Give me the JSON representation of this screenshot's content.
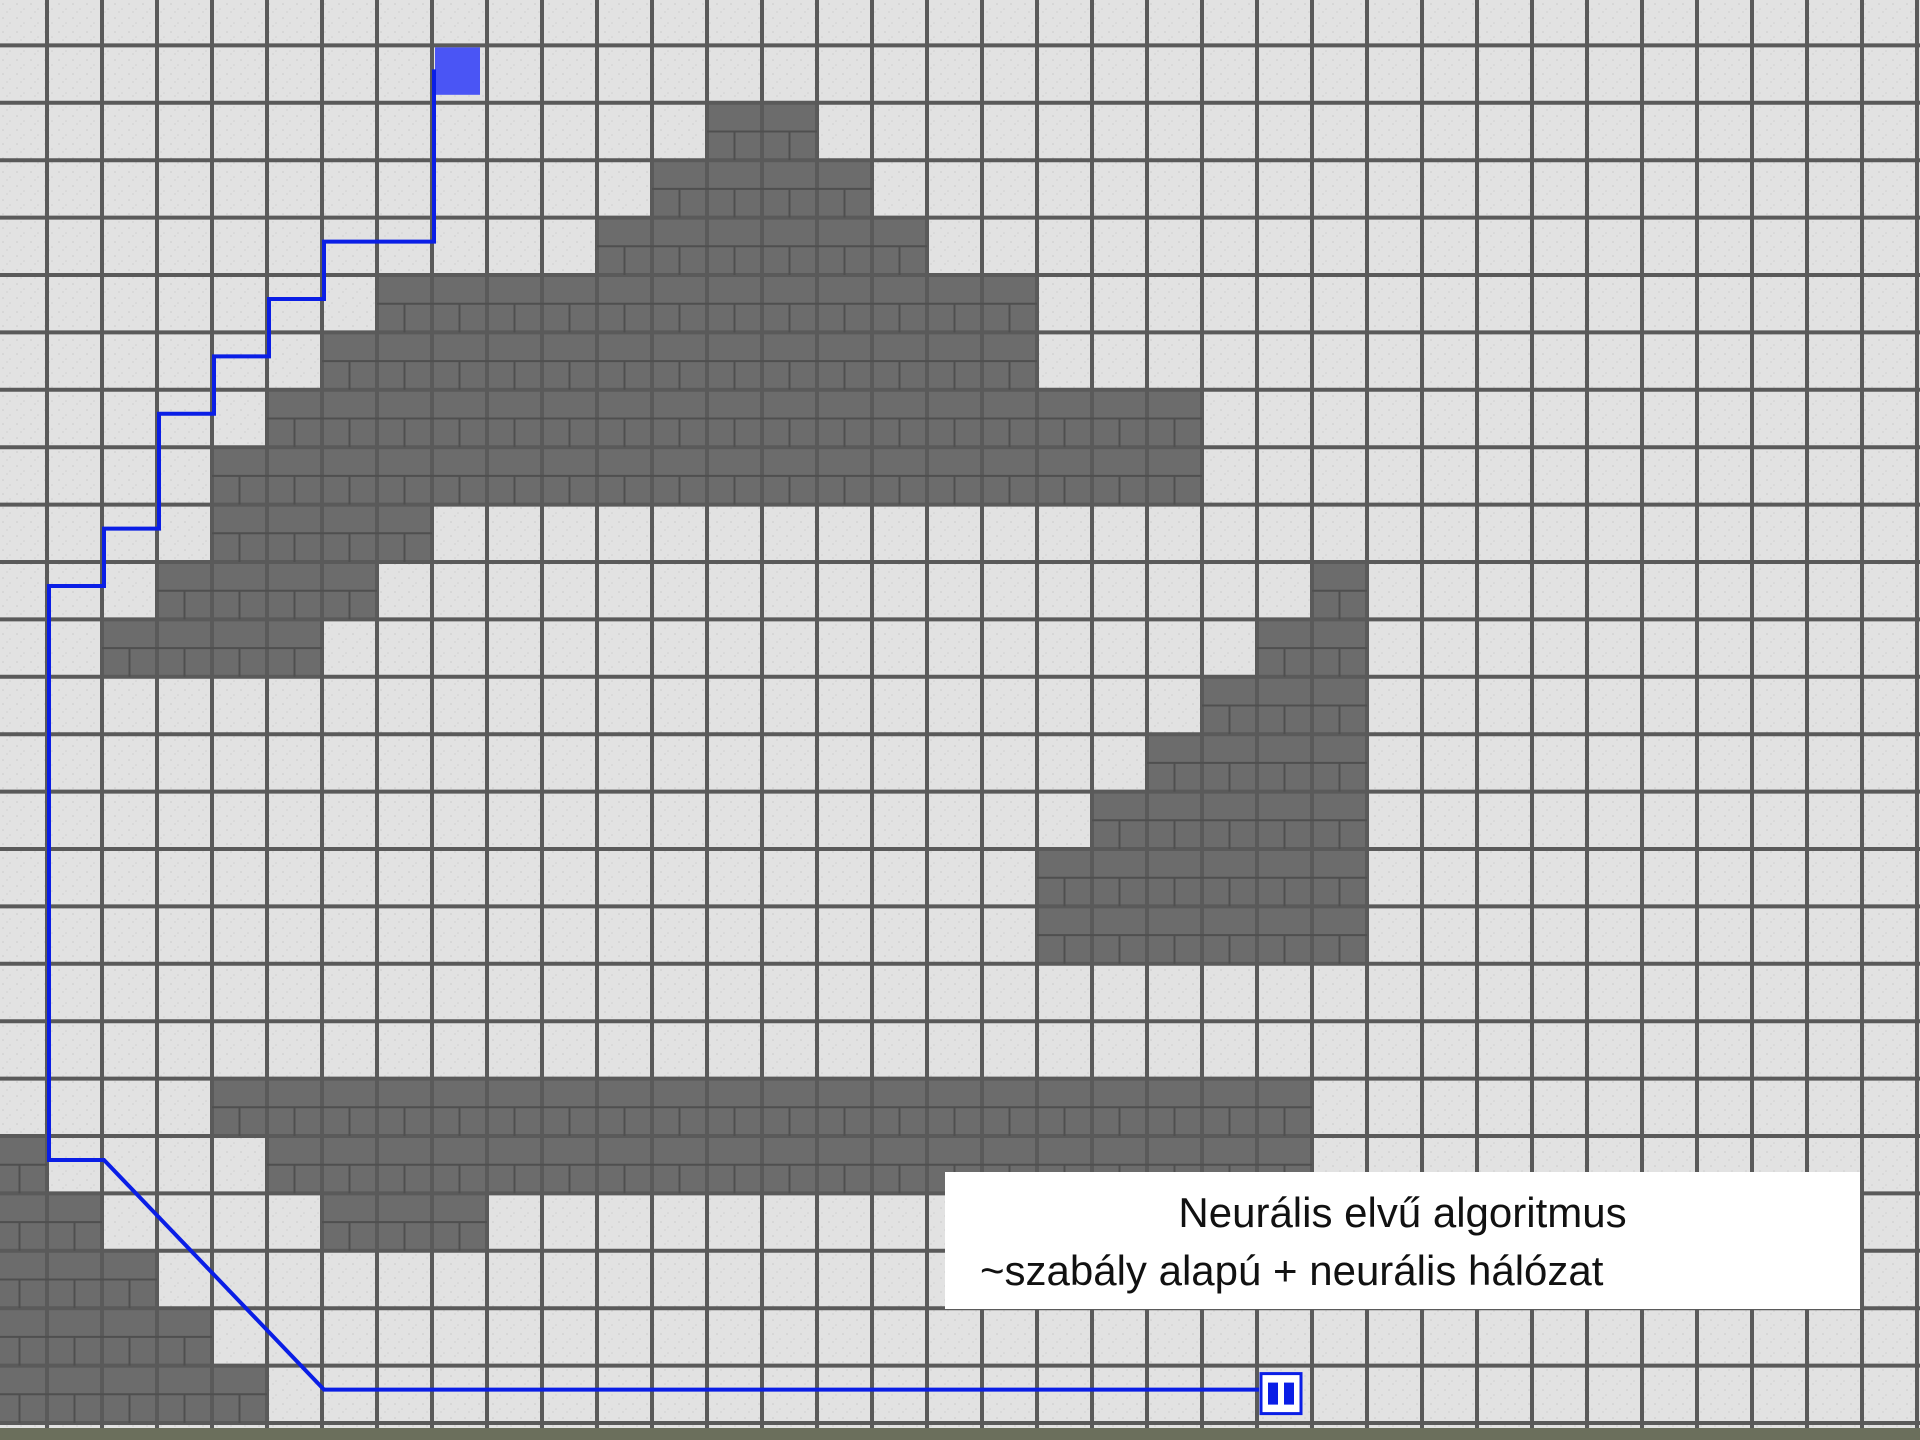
{
  "caption": {
    "line1": "Neurális elvű algoritmus",
    "line2": "~szabály alapú + neurális hálózat"
  },
  "colors": {
    "floor": "#e2e2e2",
    "grid_line": "#5a5a5a",
    "wall": "#6c6c6c",
    "brick_line": "#4f4f4f",
    "path": "#0a1ee6",
    "start_marker": "#4a55f5",
    "robot": "#0a1ee6"
  },
  "map": {
    "legend": {
      "start": "start-marker",
      "goal": "robot-icon"
    },
    "wall_rows": [
      {
        "row": 2,
        "cols": [
          [
            13,
            14
          ]
        ]
      },
      {
        "row": 3,
        "cols": [
          [
            12,
            15
          ]
        ]
      },
      {
        "row": 4,
        "cols": [
          [
            11,
            16
          ]
        ]
      },
      {
        "row": 5,
        "cols": [
          [
            7,
            18
          ]
        ]
      },
      {
        "row": 6,
        "cols": [
          [
            6,
            18
          ]
        ]
      },
      {
        "row": 7,
        "cols": [
          [
            5,
            21
          ]
        ]
      },
      {
        "row": 8,
        "cols": [
          [
            4,
            21
          ]
        ]
      },
      {
        "row": 9,
        "cols": [
          [
            4,
            7
          ]
        ]
      },
      {
        "row": 10,
        "cols": [
          [
            3,
            6
          ],
          [
            24,
            24
          ]
        ]
      },
      {
        "row": 11,
        "cols": [
          [
            2,
            5
          ],
          [
            23,
            24
          ]
        ]
      },
      {
        "row": 12,
        "cols": [
          [
            22,
            24
          ]
        ]
      },
      {
        "row": 13,
        "cols": [
          [
            21,
            24
          ]
        ]
      },
      {
        "row": 14,
        "cols": [
          [
            20,
            24
          ]
        ]
      },
      {
        "row": 15,
        "cols": [
          [
            19,
            24
          ]
        ]
      },
      {
        "row": 16,
        "cols": [
          [
            19,
            24
          ]
        ]
      },
      {
        "row": 19,
        "cols": [
          [
            4,
            23
          ]
        ]
      },
      {
        "row": 20,
        "cols": [
          [
            0,
            0
          ],
          [
            5,
            23
          ]
        ]
      },
      {
        "row": 21,
        "cols": [
          [
            0,
            1
          ],
          [
            6,
            8
          ]
        ]
      },
      {
        "row": 22,
        "cols": [
          [
            0,
            2
          ]
        ]
      },
      {
        "row": 23,
        "cols": [
          [
            0,
            3
          ]
        ]
      },
      {
        "row": 24,
        "cols": [
          [
            0,
            4
          ]
        ]
      }
    ],
    "start_cell": {
      "col": 8,
      "row": 1
    },
    "goal_cell": {
      "col": 23,
      "row": 24
    },
    "path_cells": [
      [
        8,
        1
      ],
      [
        8,
        4
      ],
      [
        6,
        4
      ],
      [
        6,
        5
      ],
      [
        5,
        5
      ],
      [
        5,
        6
      ],
      [
        4,
        6
      ],
      [
        4,
        7
      ],
      [
        3,
        7
      ],
      [
        3,
        9
      ],
      [
        2,
        9
      ],
      [
        2,
        10
      ],
      [
        1,
        10
      ],
      [
        1,
        20
      ],
      [
        2,
        20
      ],
      [
        6,
        24
      ],
      [
        23,
        24
      ]
    ]
  }
}
